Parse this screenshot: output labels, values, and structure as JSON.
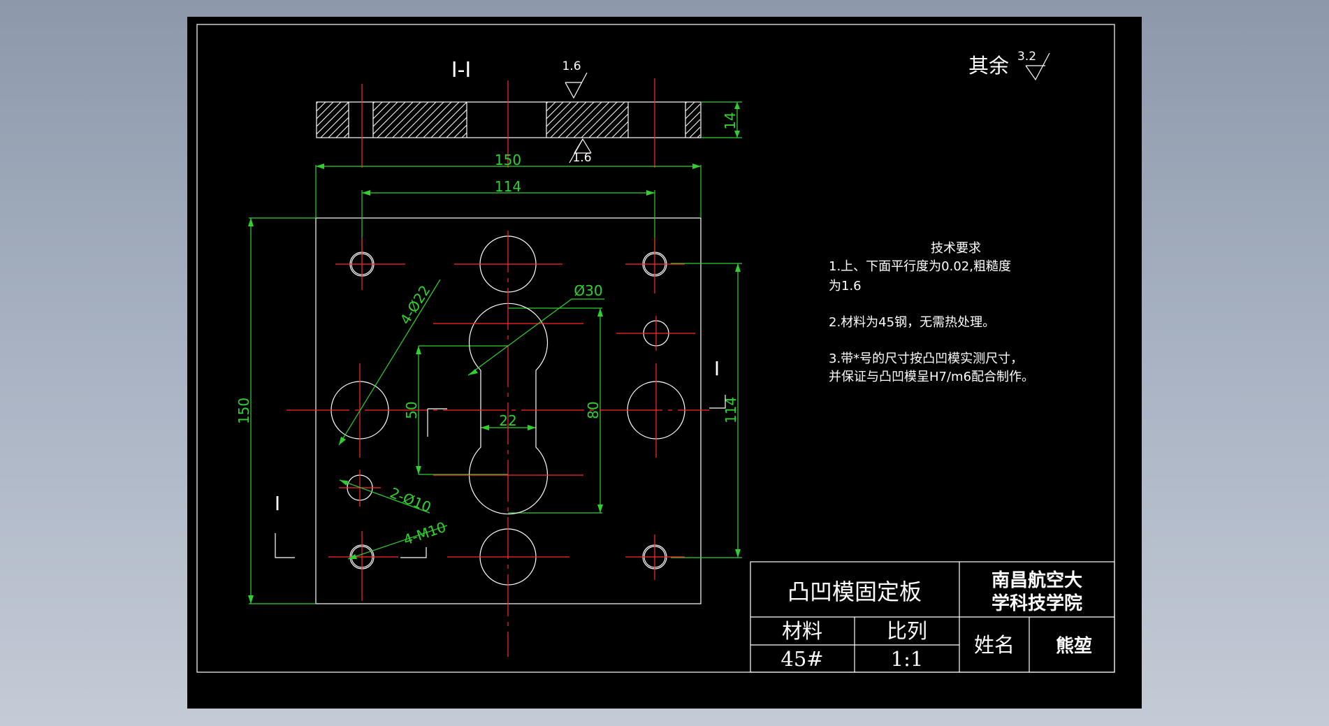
{
  "section_label": "I-I",
  "section_marks": [
    "I",
    "I"
  ],
  "roughness": {
    "top_symbol": "1.6",
    "bottom_symbol": "1.6",
    "general_prefix": "其余",
    "general_value": "3.2"
  },
  "dimensions": {
    "width_total": "150",
    "hole_spacing_h": "114",
    "height_total": "150",
    "hole_spacing_v": "114",
    "thickness": "14",
    "slot_height_inner": "50",
    "slot_height_outer": "80",
    "slot_width": "22",
    "dia_big_round": "Ø30",
    "holes_22": "4-Ø22",
    "holes_10": "2-Ø10",
    "threads_m10": "4-M10"
  },
  "tech_requirements": {
    "title": "技术要求",
    "lines": [
      "1.上、下面平行度为0.02,粗糙度",
      "为1.6",
      "2.材料为45钢，无需热处理。",
      "3.带*号的尺寸按凸凹模实测尺寸，",
      "并保证与凸凹模呈H7/m6配合制作。"
    ]
  },
  "title_block": {
    "part_name": "凸凹模固定板",
    "school_line1": "南昌航空大",
    "school_line2": "学科技学院",
    "material_label": "材料",
    "material_value": "45#",
    "scale_label": "比列",
    "scale_value": "1:1",
    "name_label": "姓名",
    "name_value": "熊堃"
  },
  "colors": {
    "outline": "#ffffff",
    "centerline": "#ff2a2a",
    "dimension": "#2fd12f",
    "sheet": "#000000"
  }
}
